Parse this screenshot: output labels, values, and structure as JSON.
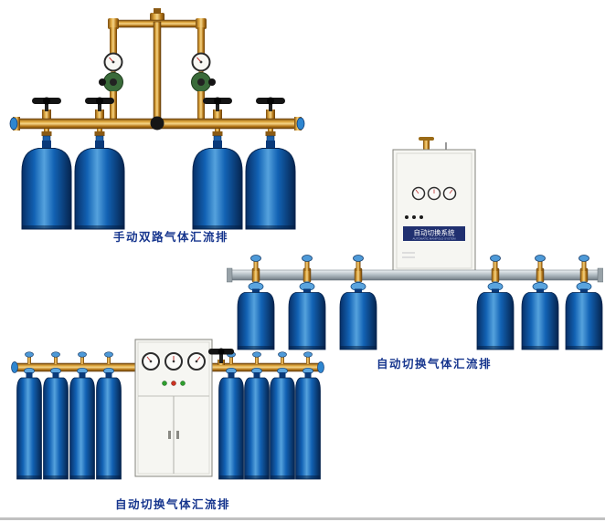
{
  "page": {
    "background_color": "#ffffff",
    "divider_color": "#c0c0c0"
  },
  "products": [
    {
      "id": "manual-dual-gas-manifold",
      "caption": "手动双路气体汇流排",
      "cylinders": 4
    },
    {
      "id": "auto-switching-gas-manifold-wall-cabinet",
      "caption": "自动切换气体汇流排",
      "cabinet_label": "自动切换系统",
      "cabinet_sublabel": "AUTOMATIC MANIFOLD SYSTEM",
      "cylinders": 6
    },
    {
      "id": "auto-switching-gas-manifold-floor-cabinet",
      "caption": "自动切换气体汇流排",
      "cylinders": 8
    }
  ],
  "colors": {
    "caption_text": "#17368e",
    "cylinder_blue": "#1262b4",
    "brass": "#c8882a",
    "pipe_silver": "#9aa6ad",
    "cabinet_body": "#f6f6f2",
    "cabinet_label_bg": "#203070"
  }
}
